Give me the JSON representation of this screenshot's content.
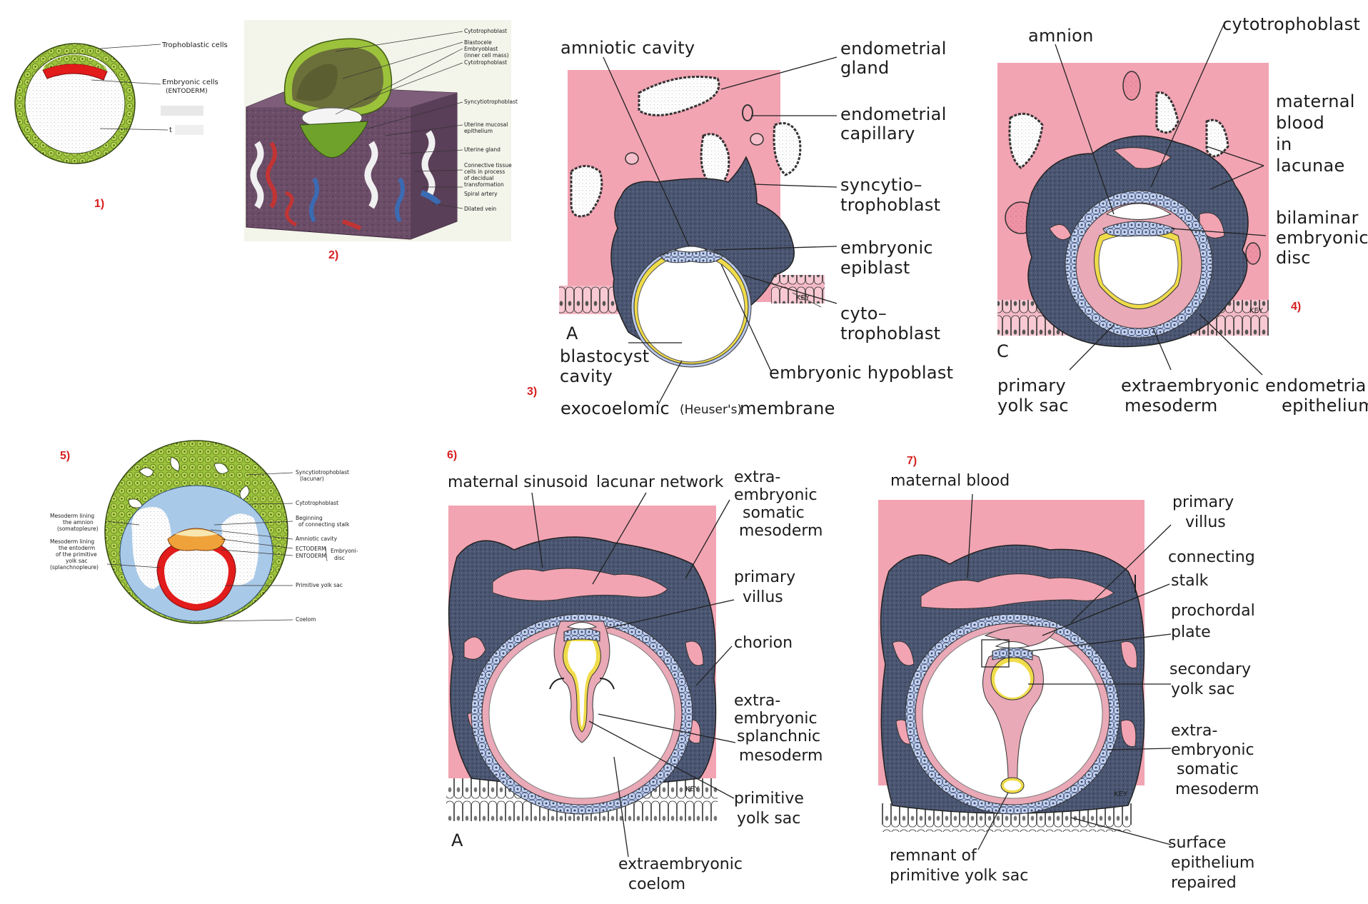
{
  "colors": {
    "pink": "#f2a4b3",
    "pink_dark": "#e88797",
    "syncytio": "#4b5672",
    "cyto_blue": "#b8c8ea",
    "yolk_yellow": "#f0dc4a",
    "green": "#9cc23c",
    "red": "#e21b1b",
    "purple": "#6b4d68",
    "label_red": "#d61f1f"
  },
  "panel_numbers": [
    "1)",
    "2)",
    "3)",
    "4)",
    "5)",
    "6)",
    "7)"
  ],
  "fig1": {
    "labels": [
      "Trophoblastic cells",
      "Embryonic cells",
      "(ENTODERM)",
      "t"
    ]
  },
  "fig2": {
    "labels": [
      "Cytotrophoblast",
      "Blastocele",
      "Embryoblast",
      "(inner cell mass)",
      "Cytotrophoblast",
      "Syncytiotrophoblast",
      "Uterine mucosal",
      "epithelium",
      "Uterine gland",
      "Connective tissue",
      "cells in process",
      "of decidual",
      "transformation",
      "Spiral artery",
      "Dilated vein"
    ]
  },
  "fig3": {
    "letter": "A",
    "labels": {
      "amniotic_cavity": "amniotic cavity",
      "endometrial_gland_1": "endometrial",
      "endometrial_gland_2": "gland",
      "endometrial_capillary_1": "endometrial",
      "endometrial_capillary_2": "capillary",
      "syncytio_1": "syncytio–",
      "syncytio_2": "trophoblast",
      "epiblast_1": "embryonic",
      "epiblast_2": "epiblast",
      "cyto_1": "cyto–",
      "cyto_2": "trophoblast",
      "blastocyst_1": "blastocyst",
      "blastocyst_2": "cavity",
      "hypoblast": "embryonic hypoblast",
      "exocoelomic": "exocoelomic",
      "heusers": "(Heuser's)",
      "membrane": "membrane",
      "key": "KEY"
    }
  },
  "fig4": {
    "letter": "C",
    "labels": {
      "amnion": "amnion",
      "cyto": "cytotrophoblast",
      "maternal_1": "maternal",
      "maternal_2": "blood",
      "maternal_3": "in",
      "maternal_4": "lacunae",
      "bilaminar_1": "bilaminar",
      "bilaminar_2": "embryonic",
      "bilaminar_3": "disc",
      "primary_1": "primary",
      "primary_2": "yolk sac",
      "extra_1": "extraembryonic",
      "extra_2": "mesoderm",
      "endo_1": "endometrial",
      "endo_2": "epithelium",
      "key": "KEY"
    }
  },
  "fig5": {
    "left_labels": [
      "Mesoderm lining",
      "the amnion",
      "(somatopleure)",
      "Mesoderm lining",
      "the entoderm",
      "of the primitive",
      "yolk sac",
      "(splanchnopleure)"
    ],
    "right_labels": [
      "Syncytiotrophoblast",
      "(lacunar)",
      "Cytotrophoblast",
      "Beginning",
      "of connecting stalk",
      "Amniotic cavity",
      "ECTODERM",
      "ENTODERM",
      "Embryoni-",
      "disc",
      "Primitive yolk sac",
      "Coelom"
    ]
  },
  "fig6": {
    "letter": "A",
    "labels": {
      "sinusoid": "maternal sinusoid",
      "lacunar": "lacunar network",
      "somatic_1": "extra-",
      "somatic_2": "embryonic",
      "somatic_3": "somatic",
      "somatic_4": "mesoderm",
      "villus_1": "primary",
      "villus_2": "villus",
      "chorion": "chorion",
      "splanch_1": "extra-",
      "splanch_2": "embryonic",
      "splanch_3": "splanchnic",
      "splanch_4": "mesoderm",
      "pys_1": "primitive",
      "pys_2": "yolk sac",
      "coelom_1": "extraembryonic",
      "coelom_2": "coelom",
      "key": "KEY"
    }
  },
  "fig7": {
    "labels": {
      "maternal": "maternal blood",
      "villus_1": "primary",
      "villus_2": "villus",
      "stalk_1": "connecting",
      "stalk_2": "stalk",
      "plate_1": "prochordal",
      "plate_2": "plate",
      "sys_1": "secondary",
      "sys_2": "yolk sac",
      "som_1": "extra-",
      "som_2": "embryonic",
      "som_3": "somatic",
      "som_4": "mesoderm",
      "remnant_1": "remnant of",
      "remnant_2": "primitive yolk sac",
      "surface_1": "surface",
      "surface_2": "epithelium",
      "surface_3": "repaired",
      "key": "KEY"
    }
  }
}
